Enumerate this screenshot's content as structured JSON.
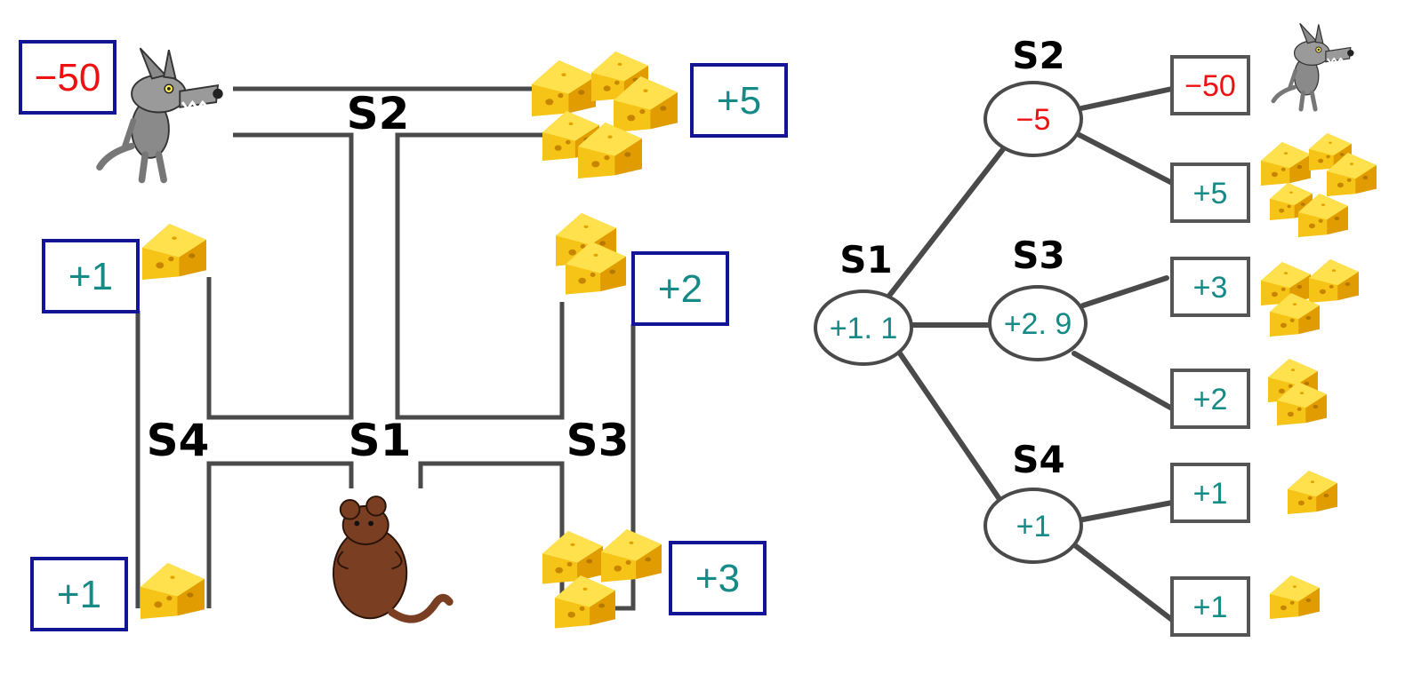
{
  "colors": {
    "positive": "#168a86",
    "negative": "#ee1111",
    "box_border_maze": "#141496",
    "box_border_tree": "#555555",
    "wall": "#4a4a4a",
    "cheese": "#f6c417",
    "mouse": "#7a3f22",
    "cat": "#8a8a8a"
  },
  "icons": {
    "cheese": "cheese-icon",
    "cat": "cat-icon",
    "mouse": "mouse-icon"
  },
  "maze": {
    "states": {
      "s1": "S1",
      "s2": "S2",
      "s3": "S3",
      "s4": "S4"
    },
    "rewards": {
      "cat": "−50",
      "top_right": "+5",
      "left_upper": "+1",
      "left_lower": "+1",
      "right_upper": "+2",
      "right_lower": "+3"
    }
  },
  "tree": {
    "root": {
      "label": "S1",
      "value": "+1. 1"
    },
    "branches": [
      {
        "label": "S2",
        "value": "−5",
        "leaves": [
          "−50",
          "+5"
        ]
      },
      {
        "label": "S3",
        "value": "+2. 9",
        "leaves": [
          "+3",
          "+2"
        ]
      },
      {
        "label": "S4",
        "value": "+1",
        "leaves": [
          "+1",
          "+1"
        ]
      }
    ]
  }
}
